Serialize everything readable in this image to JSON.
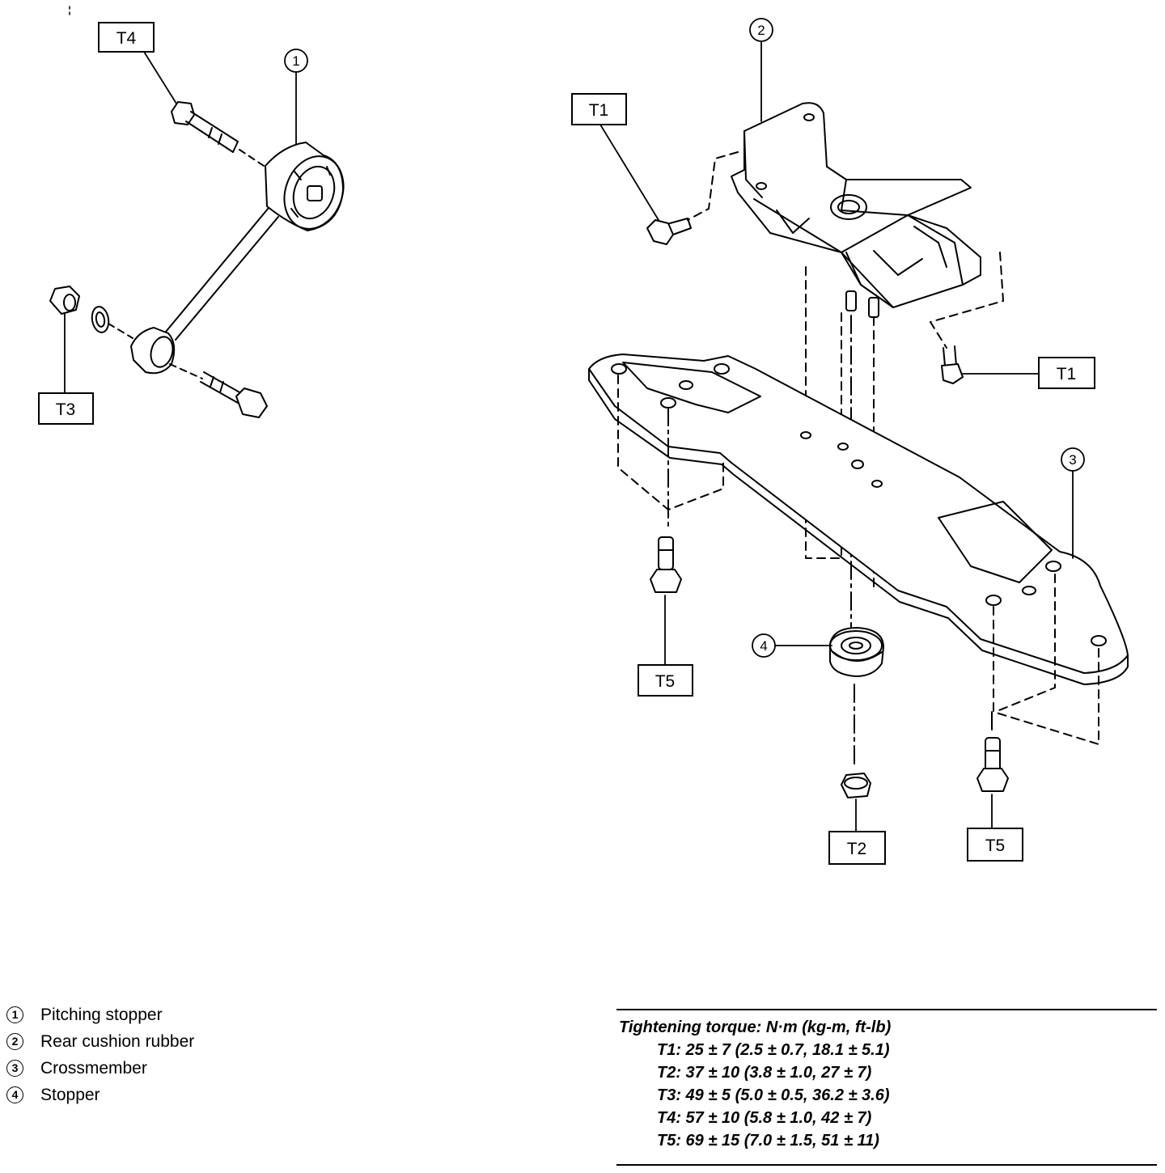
{
  "tags": {
    "t1": "T1",
    "t2": "T2",
    "t3": "T3",
    "t4": "T4",
    "t5": "T5"
  },
  "callouts": [
    "1",
    "2",
    "3",
    "4"
  ],
  "legend": [
    {
      "num": "1",
      "label": "Pitching stopper"
    },
    {
      "num": "2",
      "label": "Rear cushion rubber"
    },
    {
      "num": "3",
      "label": "Crossmember"
    },
    {
      "num": "4",
      "label": "Stopper"
    }
  ],
  "torque": {
    "heading": "Tightening torque: N·m (kg-m, ft-lb)",
    "rows": [
      "T1: 25 ± 7 (2.5 ± 0.7, 18.1 ± 5.1)",
      "T2: 37 ± 10 (3.8 ± 1.0, 27 ± 7)",
      "T3: 49 ± 5 (5.0 ± 0.5, 36.2 ± 3.6)",
      "T4: 57 ± 10 (5.8 ± 1.0, 42 ± 7)",
      "T5: 69 ± 15 (7.0 ± 1.5, 51 ± 11)"
    ]
  }
}
